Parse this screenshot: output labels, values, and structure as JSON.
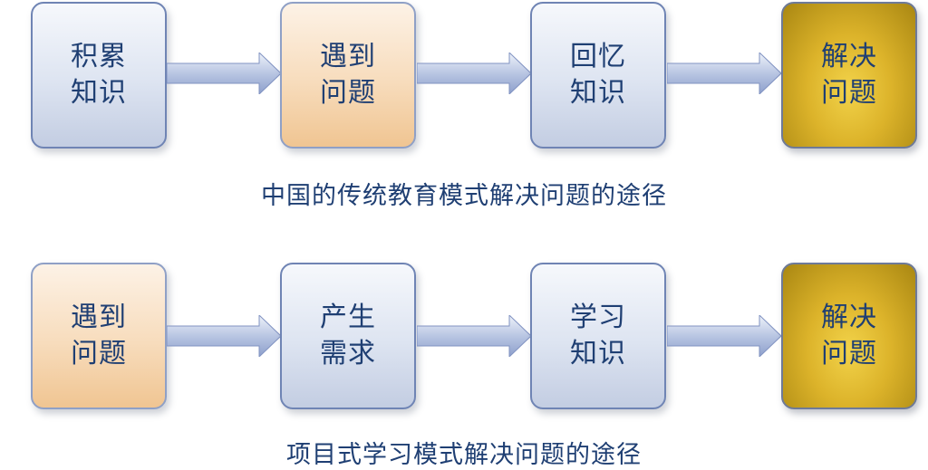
{
  "colors": {
    "text": "#1f3f73",
    "blue_box": "#dde4f1",
    "orange_box": "#f7dcbc",
    "gold_box": "#dcb32a",
    "arrow": "#a7b6d8"
  },
  "row1": {
    "steps": [
      {
        "line1": "积累",
        "line2": "知识"
      },
      {
        "line1": "遇到",
        "line2": "问题"
      },
      {
        "line1": "回忆",
        "line2": "知识"
      },
      {
        "line1": "解决",
        "line2": "问题"
      }
    ],
    "caption": "中国的传统教育模式解决问题的途径"
  },
  "row2": {
    "steps": [
      {
        "line1": "遇到",
        "line2": "问题"
      },
      {
        "line1": "产生",
        "line2": "需求"
      },
      {
        "line1": "学习",
        "line2": "知识"
      },
      {
        "line1": "解决",
        "line2": "问题"
      }
    ],
    "caption": "项目式学习模式解决问题的途径"
  }
}
